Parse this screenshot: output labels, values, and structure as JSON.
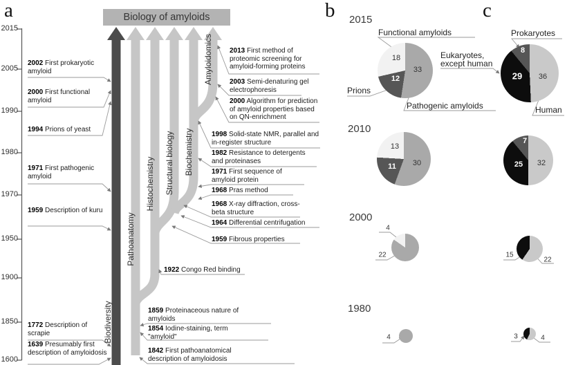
{
  "figure": {
    "panel_a": {
      "label": "a",
      "title": "Biology of amyloids",
      "axis_years": [
        "2015",
        "2005",
        "1990",
        "1980",
        "1970",
        "1950",
        "1900",
        "1850",
        "1600"
      ],
      "branches": {
        "biodiversity": "Biodiversity",
        "pathoanatomy": "Pathoanatomy",
        "histochemistry": "Histochemistry",
        "structural_biology": "Structural biology",
        "biochemistry": "Biochemistry",
        "amyloidomics": "Amyloidomics"
      },
      "events_left": [
        {
          "year": "2002",
          "text": "First prokaryotic amyloid"
        },
        {
          "year": "2000",
          "text": "First functional amyloid"
        },
        {
          "year": "1994",
          "text": "Prions of yeast"
        },
        {
          "year": "1971",
          "text": "First pathogenic amyloid"
        },
        {
          "year": "1959",
          "text": "Description of kuru"
        },
        {
          "year": "1772",
          "text": "Description of scrapie"
        },
        {
          "year": "1639",
          "text": "Presumably first description of amyloidosis"
        }
      ],
      "events_right": [
        {
          "year": "2013",
          "text": "First method of proteomic screening for amyloid-forming proteins"
        },
        {
          "year": "2003",
          "text": "Semi-denaturing gel electrophoresis"
        },
        {
          "year": "2000",
          "text": "Algorithm for prediction of amyloid properties based on QN-enrichment"
        },
        {
          "year": "1998",
          "text": "Solid-state NMR, parallel and in-register structure"
        },
        {
          "year": "1982",
          "text": "Resistance to detergents and proteinases"
        },
        {
          "year": "1971",
          "text": "First sequence of amyloid protein"
        },
        {
          "year": "1968",
          "text": "Pras method"
        },
        {
          "year": "1968",
          "text": "X-ray diffraction, cross-beta structure"
        },
        {
          "year": "1964",
          "text": "Differential centrifugation"
        },
        {
          "year": "1959",
          "text": "Fibrous properties"
        },
        {
          "year": "1922",
          "text": "Congo Red binding"
        },
        {
          "year": "1859",
          "text": "Proteinaceous nature of amyloids"
        },
        {
          "year": "1854",
          "text": "Iodine-staining, term \"amyloid\""
        },
        {
          "year": "1842",
          "text": "First pathoanatomical description of amyloidosis"
        }
      ]
    },
    "panel_b": {
      "label": "b",
      "category_labels": {
        "functional": "Functional amyloids",
        "prions": "Prions",
        "pathogenic": "Pathogenic amyloids"
      }
    },
    "panel_c": {
      "label": "c",
      "category_labels": {
        "prokaryotes": "Prokaryotes",
        "eukaryotes": "Eukaryotes, except human",
        "human": "Human"
      }
    },
    "row_years": [
      "2015",
      "2010",
      "2000",
      "1980"
    ]
  },
  "colors": {
    "trunk_dark": "#4c4c4c",
    "branch_gray": "#c6c6c6",
    "title_bar": "#b3b3b3",
    "pie_light_gray": "#c9c9c9",
    "pie_medium_gray": "#a9a9a9",
    "pie_dark_gray": "#565656",
    "pie_black": "#0d0d0d",
    "pie_white": "#f2f2f2"
  },
  "chart_data": [
    {
      "type": "pie",
      "panel": "b",
      "year": "2015",
      "slices": [
        {
          "label": "Pathogenic amyloids",
          "value": 33,
          "color": "#a9a9a9"
        },
        {
          "label": "Prions",
          "value": 12,
          "color": "#565656"
        },
        {
          "label": "Functional amyloids",
          "value": 18,
          "color": "#f2f2f2"
        }
      ]
    },
    {
      "type": "pie",
      "panel": "c",
      "year": "2015",
      "slices": [
        {
          "label": "Human",
          "value": 36,
          "color": "#c9c9c9"
        },
        {
          "label": "Eukaryotes, except human",
          "value": 29,
          "color": "#0d0d0d"
        },
        {
          "label": "Prokaryotes",
          "value": 8,
          "color": "#565656"
        }
      ]
    },
    {
      "type": "pie",
      "panel": "b",
      "year": "2010",
      "slices": [
        {
          "label": "Pathogenic amyloids",
          "value": 30,
          "color": "#a9a9a9"
        },
        {
          "label": "Prions",
          "value": 11,
          "color": "#565656"
        },
        {
          "label": "Functional amyloids",
          "value": 13,
          "color": "#f2f2f2"
        }
      ]
    },
    {
      "type": "pie",
      "panel": "c",
      "year": "2010",
      "slices": [
        {
          "label": "Human",
          "value": 32,
          "color": "#c9c9c9"
        },
        {
          "label": "Eukaryotes, except human",
          "value": 25,
          "color": "#0d0d0d"
        },
        {
          "label": "Prokaryotes",
          "value": 7,
          "color": "#565656"
        }
      ]
    },
    {
      "type": "pie",
      "panel": "b",
      "year": "2000",
      "slices": [
        {
          "label": "Pathogenic amyloids",
          "value": 22,
          "color": "#a9a9a9"
        },
        {
          "label": "Functional amyloids",
          "value": 4,
          "color": "#f2f2f2"
        }
      ]
    },
    {
      "type": "pie",
      "panel": "c",
      "year": "2000",
      "slices": [
        {
          "label": "Human",
          "value": 22,
          "color": "#c9c9c9"
        },
        {
          "label": "Eukaryotes, except human",
          "value": 15,
          "color": "#0d0d0d"
        }
      ]
    },
    {
      "type": "pie",
      "panel": "b",
      "year": "1980",
      "slices": [
        {
          "label": "Pathogenic amyloids",
          "value": 4,
          "color": "#a9a9a9"
        }
      ]
    },
    {
      "type": "pie",
      "panel": "c",
      "year": "1980",
      "slices": [
        {
          "label": "Human",
          "value": 4,
          "color": "#c9c9c9"
        },
        {
          "label": "Eukaryotes, except human",
          "value": 3,
          "color": "#0d0d0d"
        }
      ]
    }
  ]
}
